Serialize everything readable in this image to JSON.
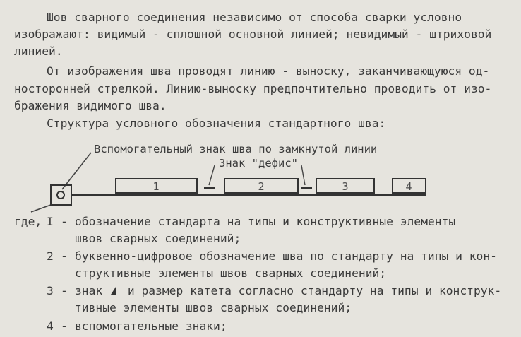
{
  "paragraphs": {
    "p1": [
      "Шов сварного соединения независимо от способа сварки условно",
      "изображают: видимый - сплошной основной линией; невидимый - штриховой",
      "линией."
    ],
    "p2": [
      "От изображения шва проводят линию - выноску, заканчивающуюся од-",
      "носторонней стрелкой. Линию-выноску предпочтительно проводить от изо-",
      "бражения видимого шва."
    ],
    "p3": "Структура условного обозначения стандартного шва:"
  },
  "diagram": {
    "aux_sign_label": "Вспомогательный знак шва по замкнутой линии",
    "hyphen_label": "Знак \"дефис\"",
    "boxes": [
      "1",
      "2",
      "3",
      "4"
    ]
  },
  "legend": {
    "intro": "где,",
    "items": [
      {
        "num": "I",
        "line1": "обозначение стандарта на типы и конструктивные элементы",
        "line2": "швов сварных соединений;"
      },
      {
        "num": "2",
        "line1": "буквенно-цифровое обозначение шва по стандарту на типы и кон-",
        "line2": "структивные элементы швов сварных соединений;"
      },
      {
        "num": "3",
        "line1_a": "знак",
        "line1_b": "и размер катета согласно стандарту на типы и конструк-",
        "line2": "тивные элементы швов сварных соединений;"
      },
      {
        "num": "4",
        "line1": "вспомогательные знаки;"
      }
    ]
  }
}
